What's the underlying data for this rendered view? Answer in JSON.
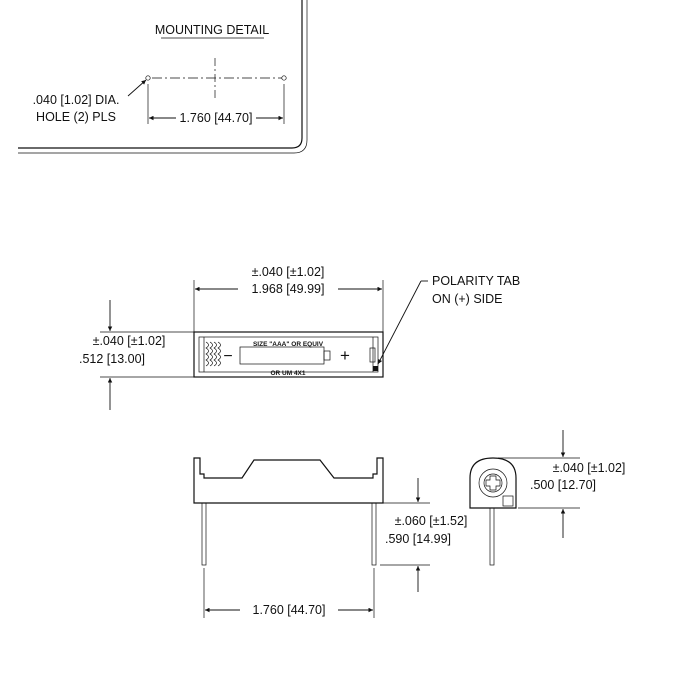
{
  "mounting_detail": {
    "title": "MOUNTING DETAIL",
    "hole_callout_line1": ".040 [1.02] DIA.",
    "hole_callout_line2": "HOLE (2) PLS",
    "hole_spacing": "1.760 [44.70]"
  },
  "top_view": {
    "length_tolerance": "±.040 [±1.02]",
    "length": "1.968 [49.99]",
    "width_tolerance": "±.040 [±1.02]",
    "width": ".512 [13.00]",
    "polarity_line1": "POLARITY TAB",
    "polarity_line2": "ON (+) SIDE",
    "inner_label_top": "SIZE \"AAA\" OR EQUIV",
    "inner_label_bottom": "OR UM 4X1",
    "minus_sign": "−",
    "plus_sign": "+"
  },
  "side_view": {
    "height_tolerance": "±.060 [±1.52]",
    "height": ".590 [14.99]",
    "pin_spacing": "1.760 [44.70]"
  },
  "end_view": {
    "height_tolerance": "±.040 [±1.02]",
    "height": ".500 [12.70]"
  },
  "colors": {
    "line": "#111111",
    "background": "#ffffff"
  }
}
